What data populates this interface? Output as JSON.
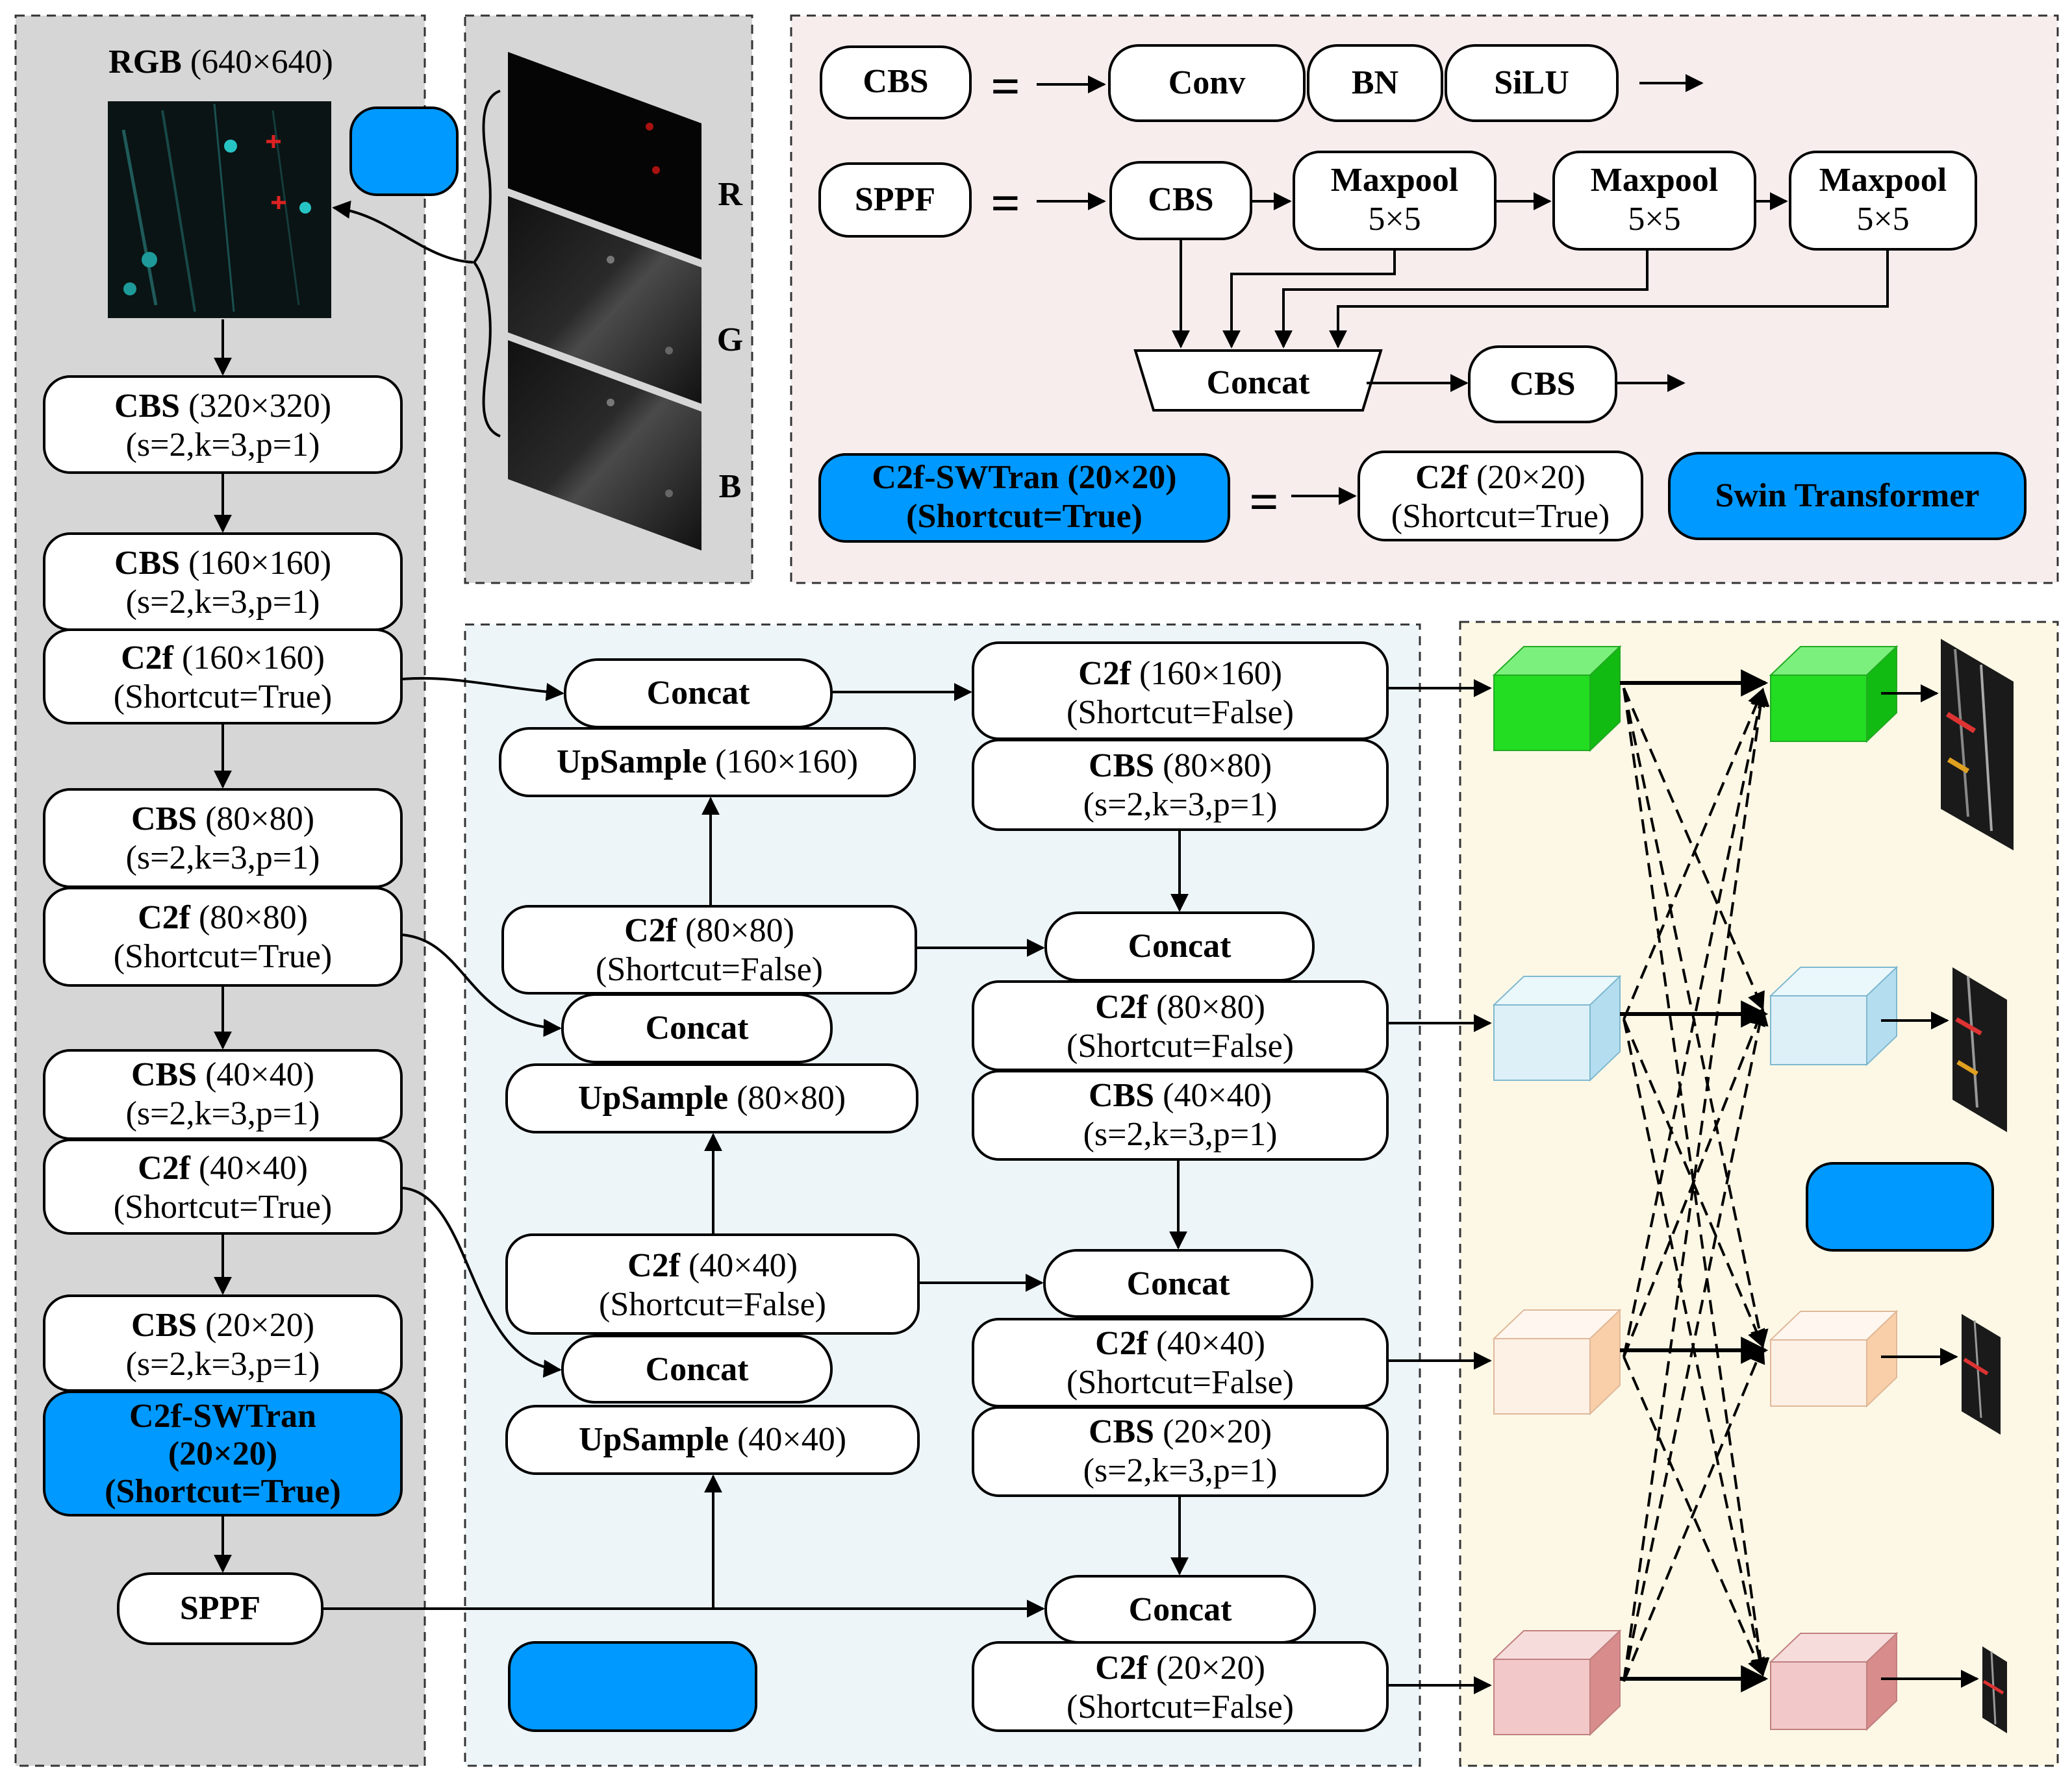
{
  "backbone": {
    "input_label": "RGB",
    "input_size": "(640×640)",
    "blocks": [
      {
        "id": "cbs320",
        "name": "CBS",
        "size": "(320×320)",
        "param": "(s=2,k=3,p=1)"
      },
      {
        "id": "cbs160",
        "name": "CBS",
        "size": "(160×160)",
        "param": "(s=2,k=3,p=1)"
      },
      {
        "id": "c2f160",
        "name": "C2f",
        "size": "(160×160)",
        "param": "(Shortcut=True)"
      },
      {
        "id": "cbs80",
        "name": "CBS",
        "size": "(80×80)",
        "param": "(s=2,k=3,p=1)"
      },
      {
        "id": "c2f80",
        "name": "C2f",
        "size": "(80×80)",
        "param": "(Shortcut=True)"
      },
      {
        "id": "cbs40",
        "name": "CBS",
        "size": "(40×40)",
        "param": "(s=2,k=3,p=1)"
      },
      {
        "id": "c2f40",
        "name": "C2f",
        "size": "(40×40)",
        "param": "(Shortcut=True)"
      },
      {
        "id": "cbs20",
        "name": "CBS",
        "size": "(20×20)",
        "param": "(s=2,k=3,p=1)"
      }
    ],
    "swtran": {
      "line1": "C2f-SWTran",
      "line2": "(20×20)",
      "line3": "(Shortcut=True)"
    },
    "sppf": "SPPF"
  },
  "channels": {
    "r": "R",
    "g": "G",
    "b": "B"
  },
  "legend": {
    "cbs": "CBS",
    "eq": "=",
    "conv": "Conv",
    "bn": "BN",
    "silu": "SiLU",
    "sppf": "SPPF",
    "sppf_cbs": "CBS",
    "maxpool": "Maxpool",
    "maxpool_size": "5×5",
    "concat": "Concat",
    "out_cbs": "CBS",
    "swtran_l1": "C2f-SWTran (20×20)",
    "swtran_l2": "(Shortcut=True)",
    "c2f_name": "C2f",
    "c2f_size": "(20×20)",
    "c2f_param": "(Shortcut=True)",
    "swin": "Swin Transformer"
  },
  "neck": {
    "concat": "Concat",
    "upsample": "UpSample",
    "up160": "(160×160)",
    "up80": "(80×80)",
    "up40": "(40×40)",
    "c2f": "C2f",
    "c2f80_size": "(80×80)",
    "c2f80_param": "(Shortcut=False)",
    "c2f40_size": "(40×40)",
    "c2f40_param": "(Shortcut=False)"
  },
  "head": {
    "c2f": "C2f",
    "cbs": "CBS",
    "h160_size": "(160×160)",
    "h160_param": "(Shortcut=False)",
    "cbs80_size": "(80×80)",
    "cbs80_param": "(s=2,k=3,p=1)",
    "h80_size": "(80×80)",
    "h80_param": "(Shortcut=False)",
    "cbs40_size": "(40×40)",
    "cbs40_param": "(s=2,k=3,p=1)",
    "h40_size": "(40×40)",
    "h40_param": "(Shortcut=False)",
    "cbs20_size": "(20×20)",
    "cbs20_param": "(s=2,k=3,p=1)",
    "h20_size": "(20×20)",
    "h20_param": "(Shortcut=False)",
    "concat": "Concat"
  },
  "colors": {
    "backbone_panel": "#d6d6d6",
    "neck_panel": "#edf5f9",
    "legend_panel": "#f7eded",
    "fusion_panel": "#fdf8e6",
    "blue": "#0099ff",
    "cube_green": "#22dd22",
    "cube_blue": "#ddf0f8",
    "cube_peach": "#fdf0e4",
    "cube_pink": "#f2c8c8"
  }
}
